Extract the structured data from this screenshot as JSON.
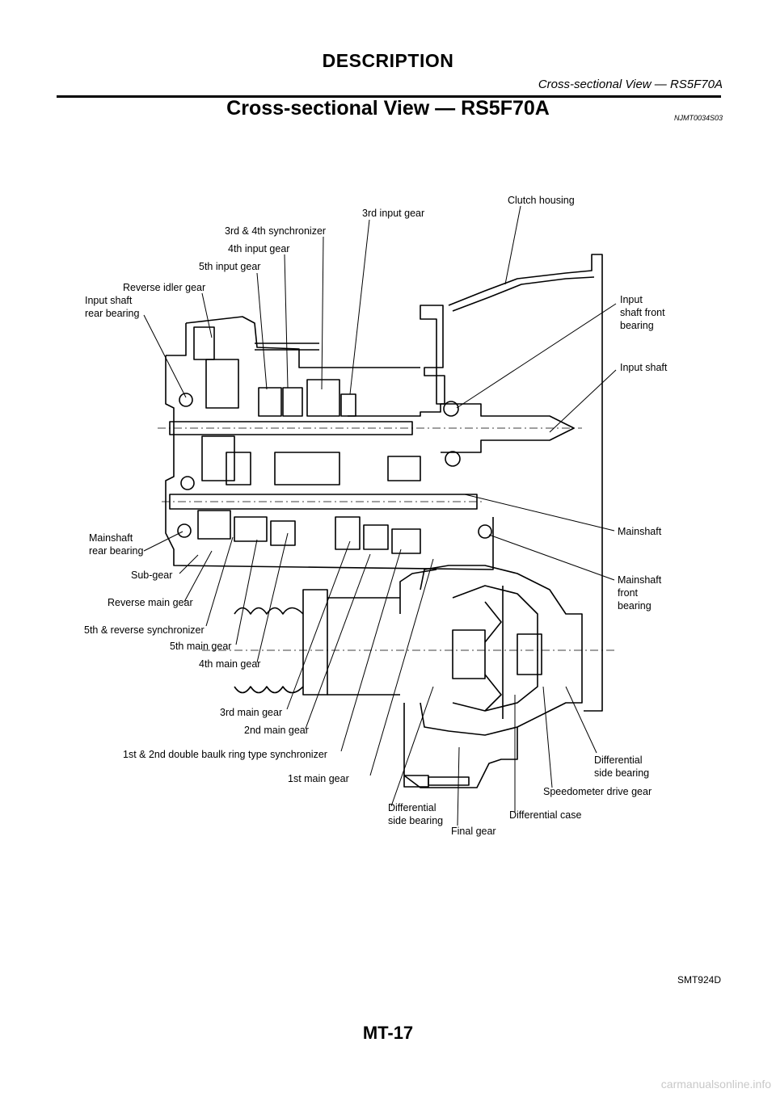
{
  "header": {
    "section": "DESCRIPTION",
    "subtitle": "Cross-sectional View — RS5F70A"
  },
  "title": "Cross-sectional View — RS5F70A",
  "code": "NJMT0034S03",
  "figure_code": "SMT924D",
  "page_number": "MT-17",
  "watermark": "carmanualsonline.info",
  "labels": {
    "clutch_housing": "Clutch housing",
    "third_input_gear": "3rd input gear",
    "third_fourth_synchronizer": "3rd & 4th synchronizer",
    "fourth_input_gear": "4th input gear",
    "fifth_input_gear": "5th input gear",
    "reverse_idler_gear": "Reverse idler gear",
    "input_shaft_rear_bearing_1": "Input shaft",
    "input_shaft_rear_bearing_2": "rear bearing",
    "input_shaft_front_bearing_1": "Input",
    "input_shaft_front_bearing_2": "shaft front",
    "input_shaft_front_bearing_3": "bearing",
    "input_shaft": "Input shaft",
    "mainshaft": "Mainshaft",
    "mainshaft_front_bearing_1": "Mainshaft",
    "mainshaft_front_bearing_2": "front",
    "mainshaft_front_bearing_3": "bearing",
    "mainshaft_rear_bearing_1": "Mainshaft",
    "mainshaft_rear_bearing_2": "rear bearing",
    "sub_gear": "Sub-gear",
    "reverse_main_gear": "Reverse main gear",
    "fifth_reverse_synchronizer": "5th & reverse synchronizer",
    "fifth_main_gear": "5th main gear",
    "fourth_main_gear": "4th main gear",
    "third_main_gear": "3rd main gear",
    "second_main_gear": "2nd main gear",
    "first_second_synchronizer": "1st & 2nd double baulk ring type synchronizer",
    "first_main_gear": "1st main gear",
    "diff_side_bearing_right_1": "Differential",
    "diff_side_bearing_right_2": "side bearing",
    "speedometer_drive_gear": "Speedometer drive gear",
    "differential_case": "Differential case",
    "diff_side_bearing_left_1": "Differential",
    "diff_side_bearing_left_2": "side bearing",
    "final_gear": "Final gear"
  }
}
